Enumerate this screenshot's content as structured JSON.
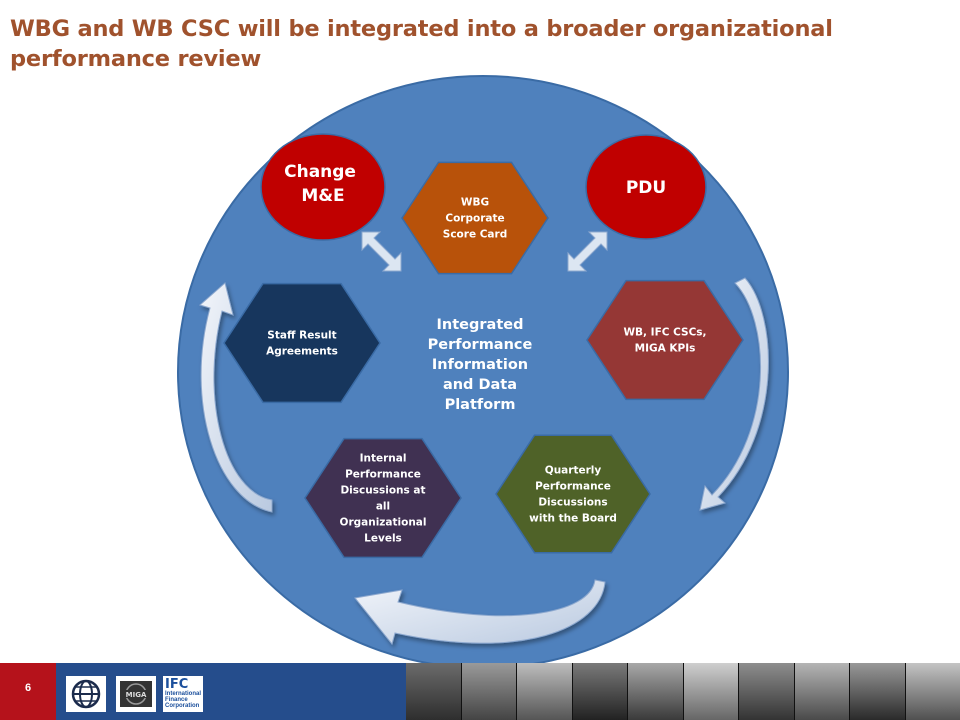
{
  "title": "WBG  and WB CSC will be integrated into a broader organizational performance review",
  "diagram": {
    "center_label": [
      "Integrated",
      "Performance",
      "Information",
      "and Data",
      "Platform"
    ],
    "ovals": [
      {
        "lines": [
          "Change",
          "M&E"
        ]
      },
      {
        "lines": [
          "PDU"
        ]
      }
    ],
    "hexagons": [
      {
        "id": "wbg-scorecard",
        "lines": [
          "WBG",
          "Corporate",
          "Score Card"
        ],
        "color": "#b8520a"
      },
      {
        "id": "staff-results",
        "lines": [
          "Staff Result",
          "Agreements"
        ],
        "color": "#17365d"
      },
      {
        "id": "kpis",
        "lines": [
          "WB, IFC CSCs,",
          "MIGA KPIs"
        ],
        "color": "#953735"
      },
      {
        "id": "internal-discussions",
        "lines": [
          "Internal",
          "Performance",
          "Discussions at",
          "all",
          "Organizational",
          "Levels"
        ],
        "color": "#403152"
      },
      {
        "id": "board-discussions",
        "lines": [
          "Quarterly",
          "Performance",
          "Discussions",
          "with the Board"
        ],
        "color": "#4f6228"
      }
    ],
    "colors": {
      "circle": "#4f81bd",
      "oval": "#c00000",
      "arrow": "#dce6f2"
    }
  },
  "footer": {
    "page_number": "6",
    "logos": [
      "world-bank-logo",
      "miga-logo",
      "ifc-logo"
    ],
    "ifc_lines": [
      "International",
      "Finance",
      "Corporation"
    ]
  }
}
